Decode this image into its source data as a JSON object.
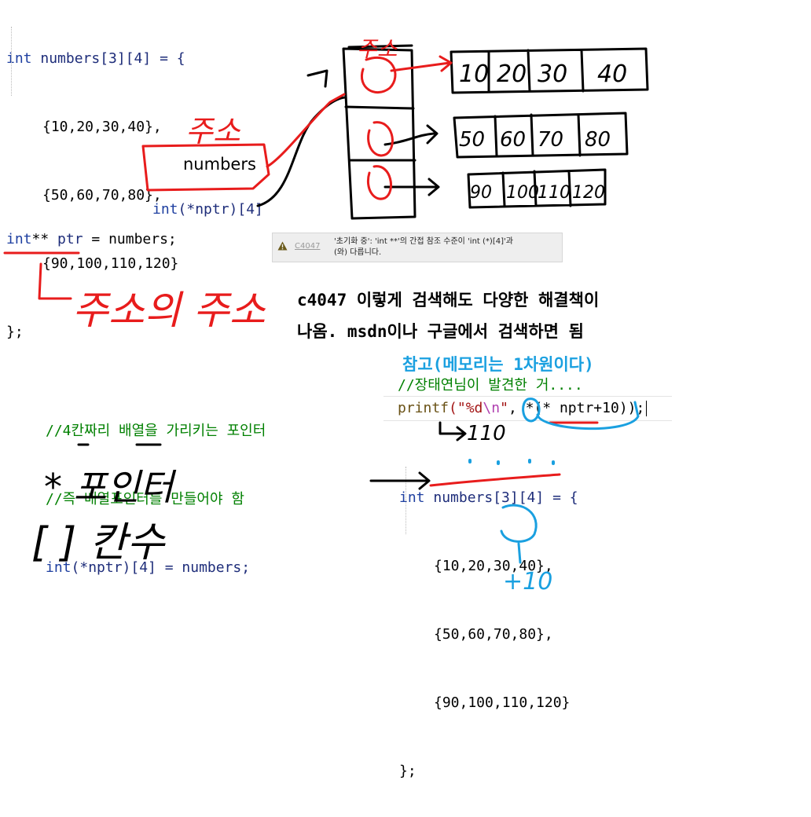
{
  "code_top": {
    "line1": {
      "kw": "int",
      "rest": " numbers[3][4] = {"
    },
    "line2": "{10,20,30,40},",
    "line3": "{50,60,70,80},",
    "line4": "{90,100,110,120}",
    "line5": "};"
  },
  "numbers_label": "numbers",
  "nptr_decl": {
    "kw": "int",
    "rest": "(*nptr)[4]"
  },
  "ptr_line": {
    "kw": "int",
    "ops": "**",
    "name": " ptr",
    "rest": " = numbers;"
  },
  "tooltip": {
    "code": "C4047",
    "message_line1": "'초기화 중': 'int **'의 간접 참조 수준이 'int (*)[4]'과",
    "message_line2": "(와) 다릅니다."
  },
  "notes": {
    "line1": "c4047 이렇게 검색해도 다양한 해결책이",
    "line2": "나옴. msdn이나 구글에서 검색하면 됨",
    "reference": "참고(메모리는 1차원이다)"
  },
  "left_block": {
    "comment1": "//4칸짜리 배열을 가리키는 포인터",
    "comment2": "//즉 배열포인터를 만들어야 함",
    "decl": {
      "kw": "int",
      "rest": "(*nptr)[4] = numbers;"
    }
  },
  "right_block": {
    "comment": "//장태연님이 발견한 거....",
    "printf": {
      "fn": "printf",
      "str_open": "(\"",
      "fmt": "%d",
      "esc": "\\n",
      "str_close": "\"",
      "rest": ", *(* nptr+10));"
    },
    "decl": {
      "kw": "int",
      "rest": " numbers[3][4] = {"
    },
    "row1": "{10,20,30,40},",
    "row2": "{50,60,70,80},",
    "row3": "{90,100,110,120}",
    "close": "};"
  },
  "handwriting": {
    "label_jusho": "주소",
    "label_jushoui_jusho": "주소의 주소",
    "label_pointer": "* 포인터",
    "label_kansu": "[ ] 칸수",
    "label_110_arrow": "110",
    "label_plus10": "+10",
    "array_row1": [
      "10",
      "20",
      "30",
      "40"
    ],
    "array_row2": [
      "50",
      "60",
      "70",
      "80"
    ],
    "array_row3": [
      "90",
      "100",
      "110",
      "120"
    ],
    "colors": {
      "red": "#e81c1c",
      "blue": "#1aa0e0",
      "black": "#000000"
    }
  }
}
